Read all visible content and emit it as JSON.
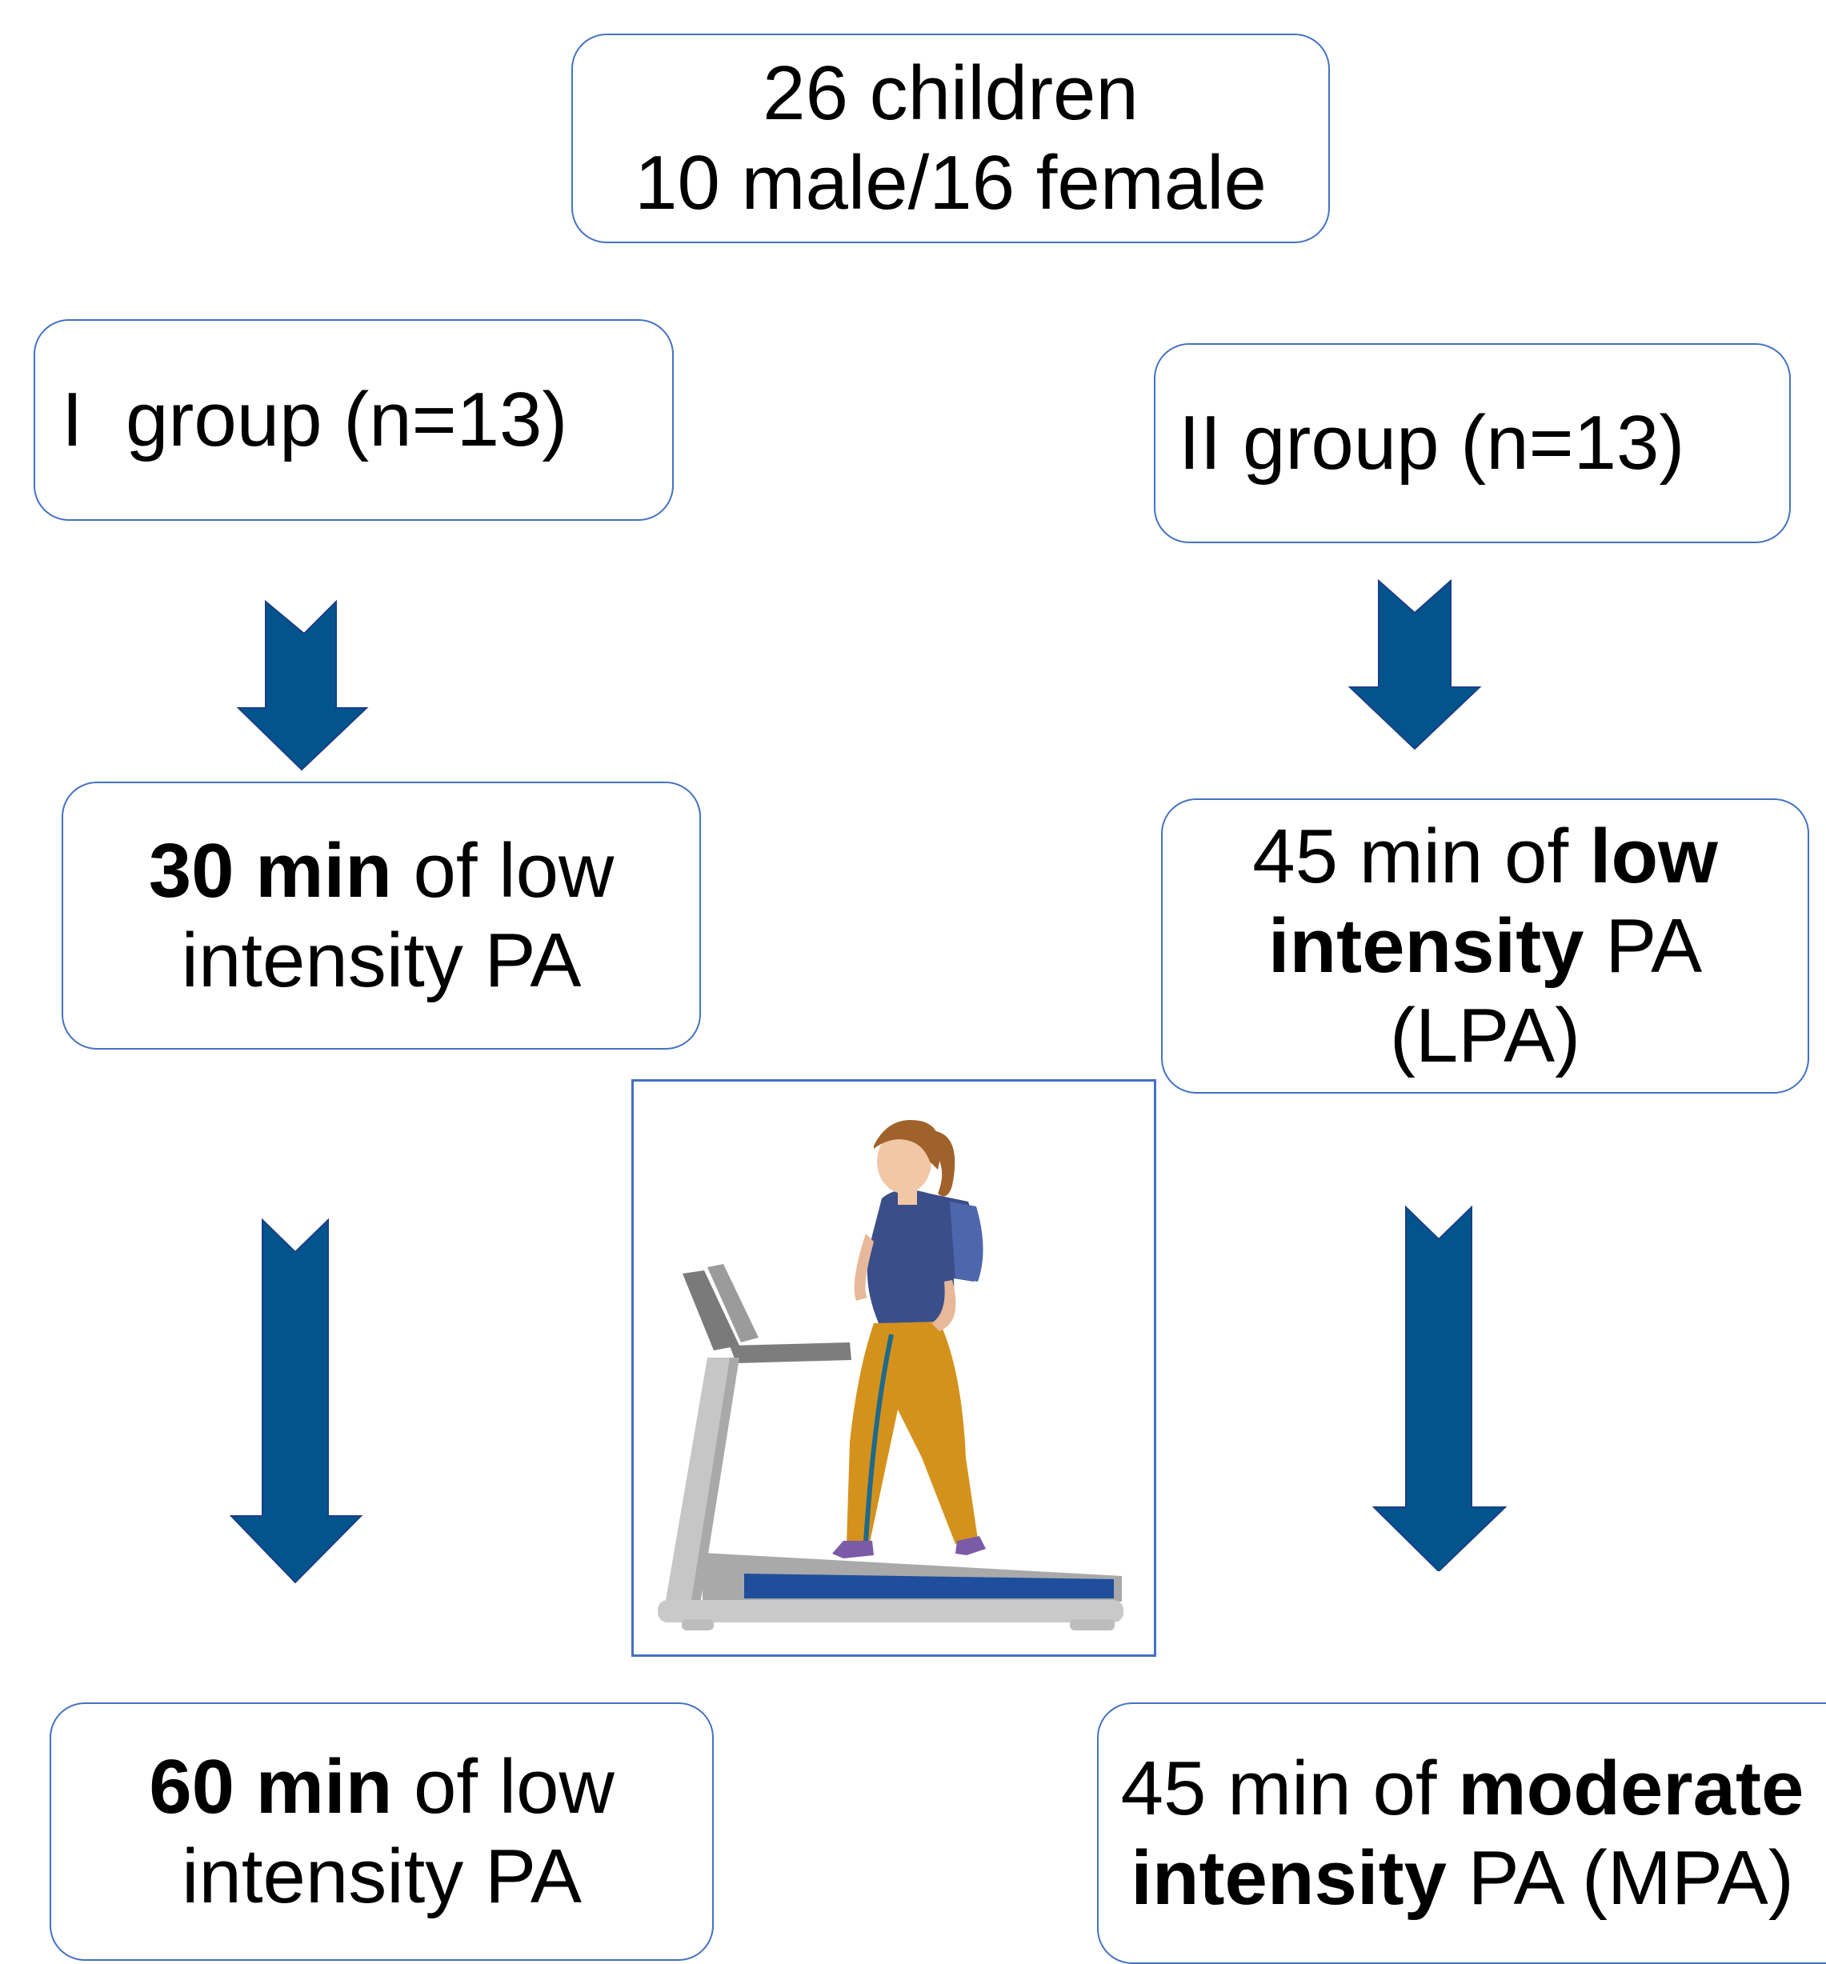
{
  "colors": {
    "box_border": "#4472c4",
    "arrow_fill": "#03538c"
  },
  "top": {
    "line1": "26 children",
    "line2": "10 male/16 female"
  },
  "group1": {
    "title": "I  group (n=13)",
    "step1": {
      "bold": "30 min",
      "rest": " of low",
      "line2": "intensity PA"
    },
    "step2": {
      "bold": "60 min",
      "rest": " of low",
      "line2": "intensity PA"
    }
  },
  "group2": {
    "title": "II group (n=13)",
    "step1": {
      "line1_plain": "45 min of ",
      "line1_bold": "low",
      "line2_bold": "intensity",
      "line2_plain": " PA",
      "line3": "(LPA)"
    },
    "step2": {
      "line1_plain": "45 min of ",
      "line1_bold": "moderate",
      "line2_bold": "intensity",
      "line2_plain": " PA (MPA)"
    }
  },
  "illustration": {
    "icon": "person-walking-on-treadmill-icon"
  }
}
